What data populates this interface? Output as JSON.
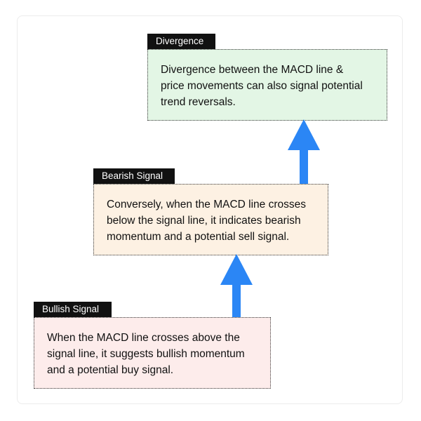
{
  "colors": {
    "arrow": "#2b86f5",
    "tag_background": "#111111",
    "tag_text": "#ffffff",
    "bullish_box": "#fdeceb",
    "bearish_box": "#fdf1e3",
    "divergence_box": "#e3f6e5"
  },
  "steps": {
    "bullish": {
      "tag": "Bullish Signal",
      "lines": [
        "When the MACD line crosses above the",
        "signal line, it suggests bullish momentum",
        "and a potential buy signal."
      ]
    },
    "bearish": {
      "tag": "Bearish Signal",
      "lines": [
        "Conversely, when the MACD line crosses",
        "below the signal line, it indicates bearish",
        "momentum and a potential sell signal."
      ]
    },
    "divergence": {
      "tag": "Divergence",
      "lines": [
        "Divergence between the MACD line &",
        "price movements can also signal potential",
        "trend reversals."
      ]
    }
  },
  "arrows": [
    {
      "icon": "arrow-up-icon",
      "from": "Bullish Signal",
      "to": "Bearish Signal"
    },
    {
      "icon": "arrow-up-icon",
      "from": "Bearish Signal",
      "to": "Divergence"
    }
  ]
}
